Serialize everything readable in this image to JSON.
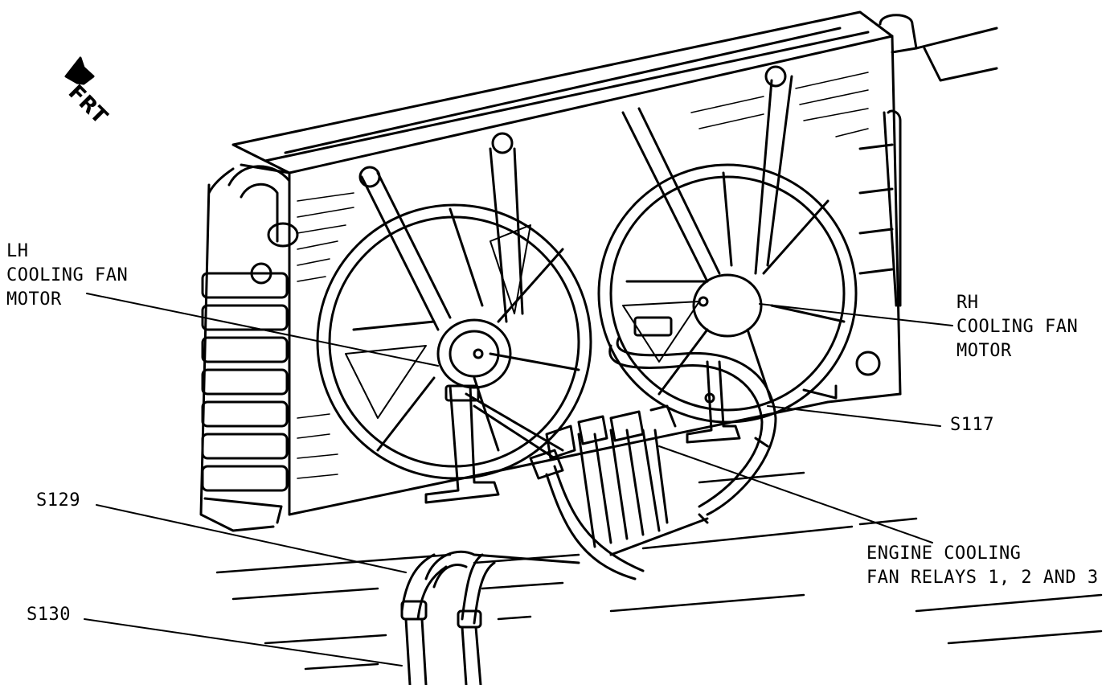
{
  "direction": {
    "label": "FRT"
  },
  "callouts": {
    "lh_motor": {
      "lines": [
        "LH",
        "COOLING FAN",
        "MOTOR"
      ]
    },
    "rh_motor": {
      "lines": [
        "RH",
        "COOLING FAN",
        "MOTOR"
      ]
    },
    "s117": {
      "label": "S117"
    },
    "s129": {
      "label": "S129"
    },
    "s130": {
      "label": "S130"
    },
    "relays": {
      "lines": [
        "ENGINE COOLING",
        "FAN RELAYS 1, 2 AND 3"
      ]
    }
  },
  "colors": {
    "ink": "#000000",
    "paper": "#ffffff"
  }
}
